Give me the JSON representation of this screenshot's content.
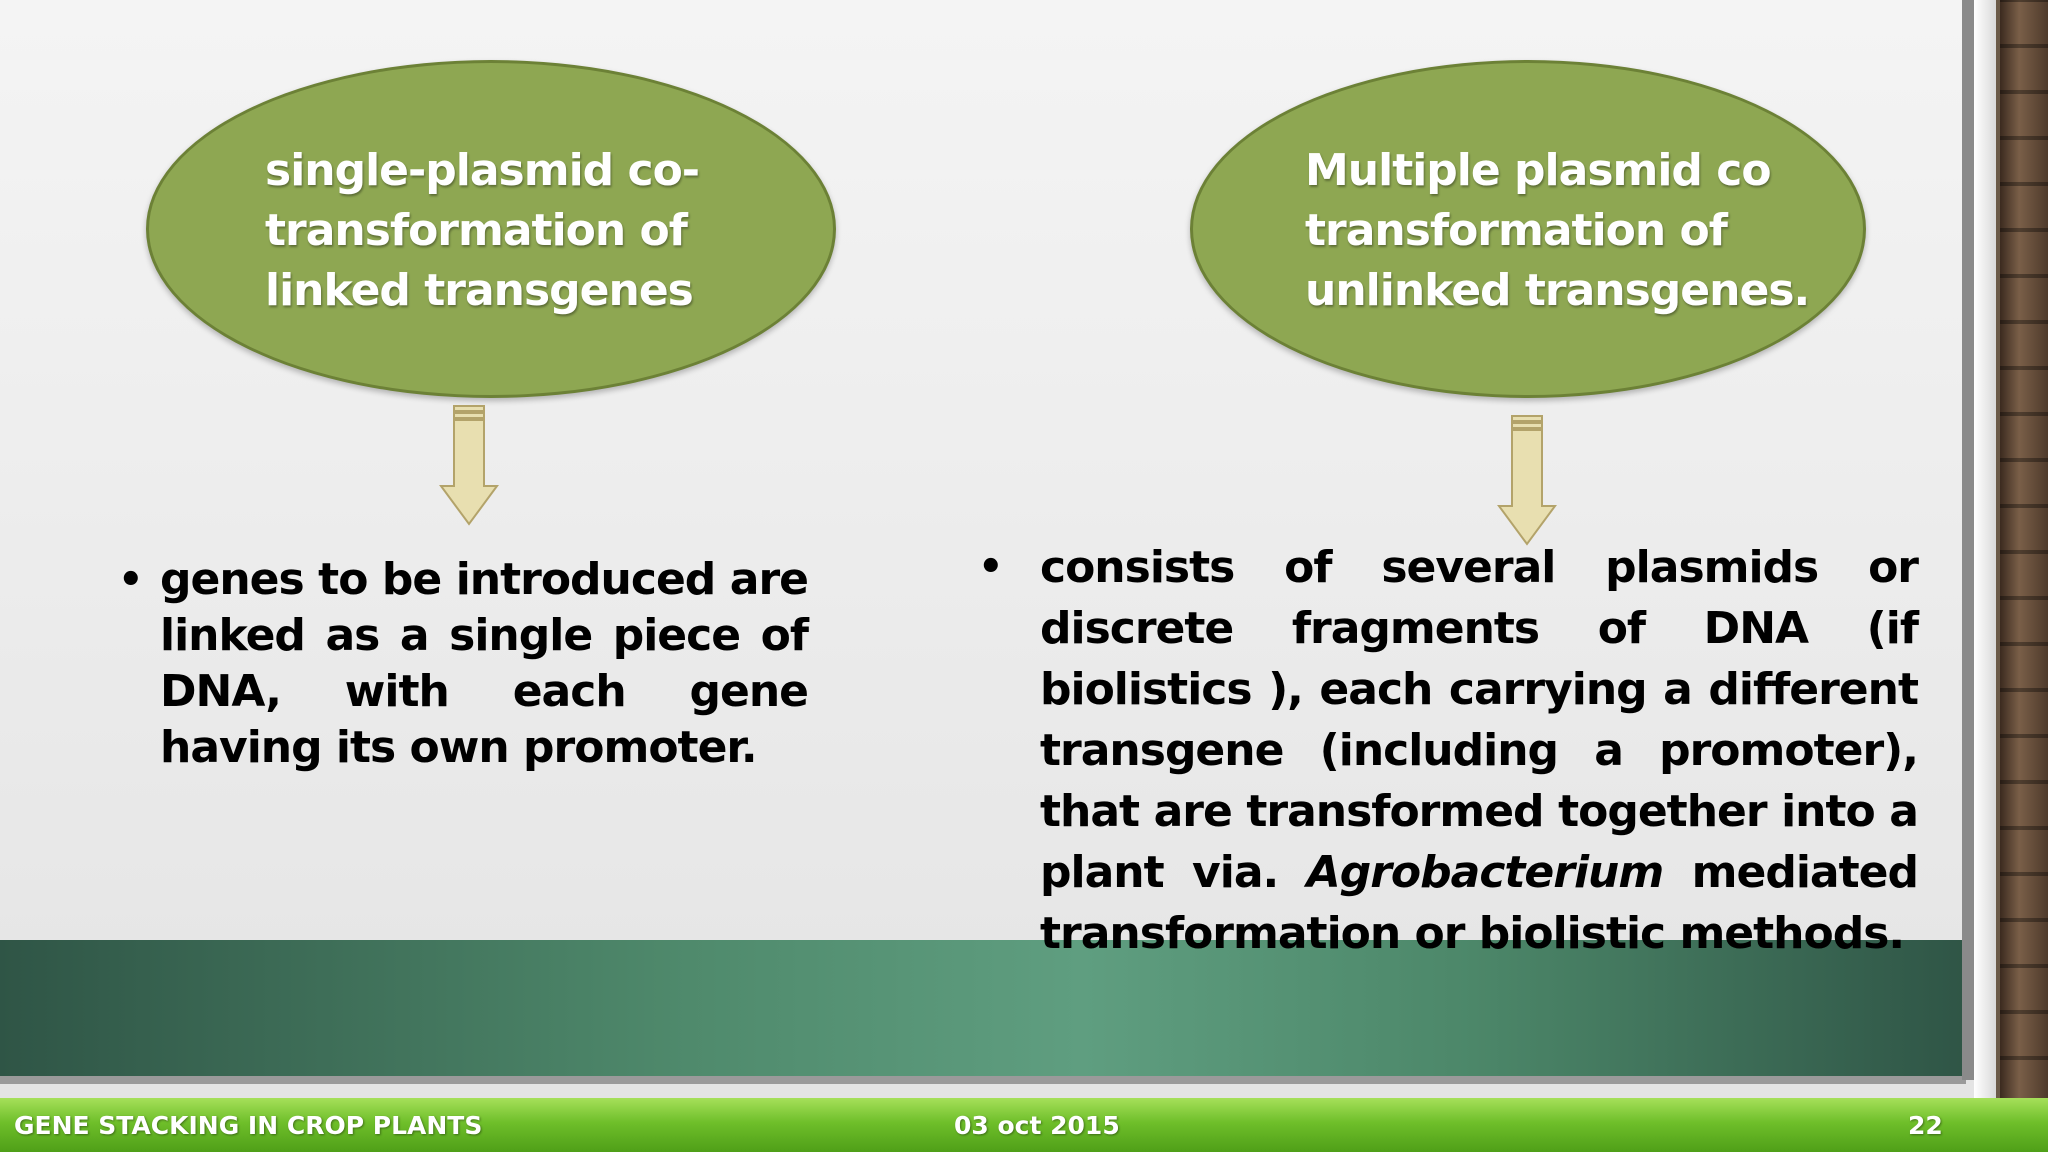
{
  "left_concept": {
    "title": "single-plasmid co-\ntransformation of\nlinked transgenes",
    "bullet_main": "genes to be introduced are linked as a single piece of DNA, with each gene having its own promoter."
  },
  "right_concept": {
    "title": "Multiple plasmid co\ntransformation of\nunlinked transgenes.",
    "bullet_part1": "consists of several plasmids or discrete fragments of DNA (if biolistics ), each carrying a different transgene (including a promoter), that are transformed together into a plant via. ",
    "bullet_italic": "Agrobacterium",
    "bullet_part2": " mediated transformation or biolistic methods."
  },
  "bullet_symbol": "•",
  "footer": {
    "title": "GENE STACKING IN CROP PLANTS",
    "date": "03 oct 2015",
    "page_number": "22"
  },
  "colors": {
    "ellipse_fill": "#8ea752",
    "arrow_fill": "#e8dfb0",
    "band": "#5f9e80",
    "footer_bar": "#6fbf2a"
  }
}
